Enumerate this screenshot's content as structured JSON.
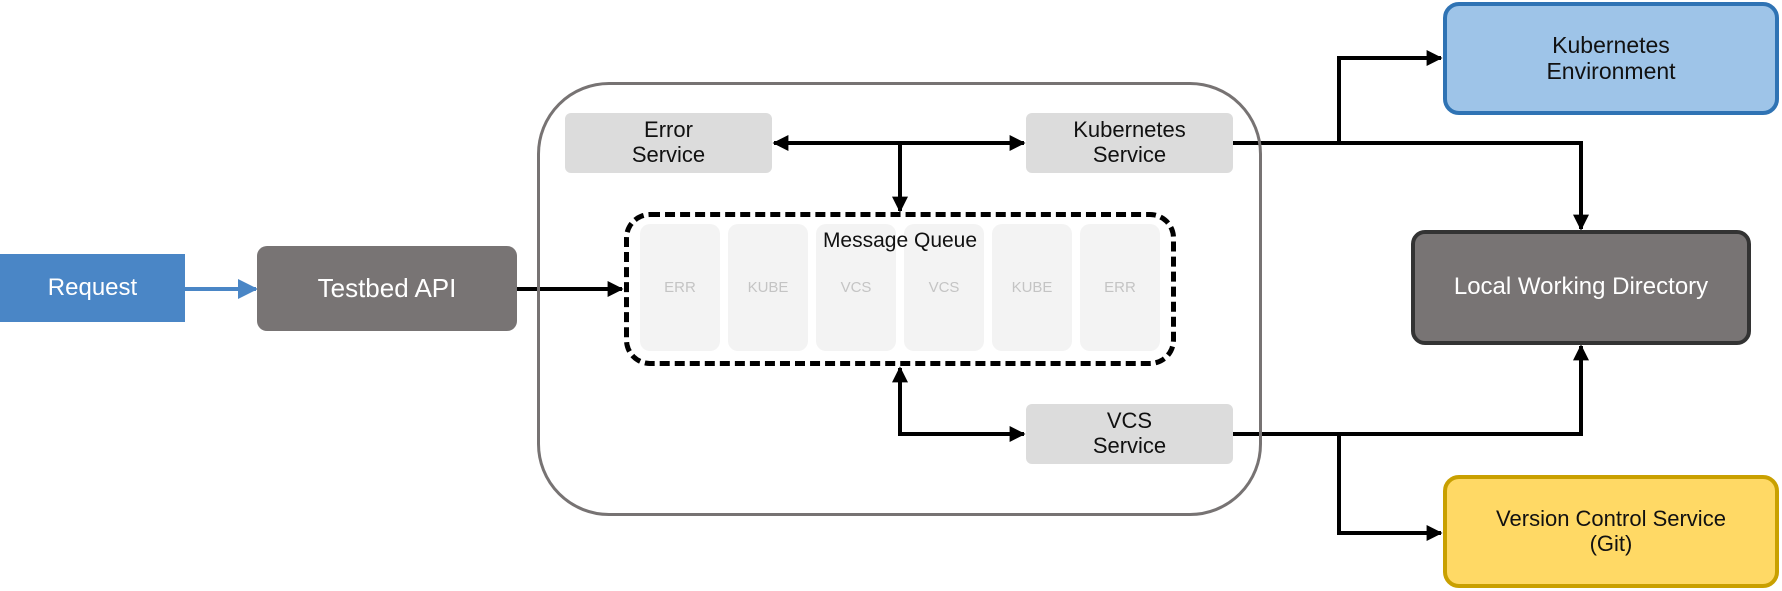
{
  "nodes": {
    "request": {
      "label": "Request"
    },
    "testbed_api": {
      "label": "Testbed API"
    },
    "error_service": {
      "line1": "Error",
      "line2": "Service"
    },
    "kubernetes_service": {
      "line1": "Kubernetes",
      "line2": "Service"
    },
    "vcs_service": {
      "line1": "VCS",
      "line2": "Service"
    },
    "message_queue": {
      "title": "Message Queue",
      "slots": [
        "ERR",
        "KUBE",
        "VCS",
        "VCS",
        "KUBE",
        "ERR"
      ]
    },
    "kubernetes_environment": {
      "line1": "Kubernetes",
      "line2": "Environment"
    },
    "local_working_directory": {
      "label": "Local Working Directory"
    },
    "version_control_service": {
      "line1": "Version Control Service",
      "line2": "(Git)"
    }
  },
  "colors": {
    "request_fill": "#4a86c6",
    "request_arrow": "#4a86c6",
    "api_fill": "#787474",
    "service_fill": "#dcdcdc",
    "kubernetes_env_fill": "#9ec4e8",
    "kubernetes_env_border": "#2f73b4",
    "vcs_git_fill": "#ffd965",
    "vcs_git_border": "#c9a000",
    "connector": "#000000"
  }
}
